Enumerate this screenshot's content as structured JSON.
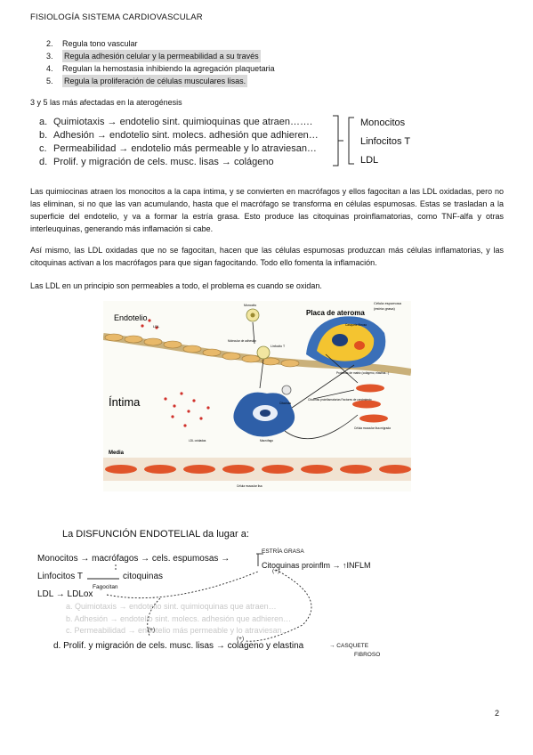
{
  "header": {
    "title": "FISIOLOGÍA SISTEMA CARDIOVASCULAR"
  },
  "numbered_list": [
    {
      "num": "2.",
      "text": "Regula tono vascular",
      "highlight": false
    },
    {
      "num": "3.",
      "text": "Regula adhesión celular y la permeabilidad a su través",
      "highlight": true
    },
    {
      "num": "4.",
      "text": "Regulan la hemostasia inhibiendo la agregación plaquetaria",
      "highlight": false
    },
    {
      "num": "5.",
      "text": "Regula la proliferación de células musculares lisas.",
      "highlight": true
    }
  ],
  "note_3_5": "3 y 5 las más afectadas en la aterogénesis",
  "abcd": [
    {
      "letter": "a.",
      "text": "Quimiotaxis → endotelio sint. quimioquinas que atraen……."
    },
    {
      "letter": "b.",
      "text": "Adhesión → endotelio sint. molecs. adhesión que adhieren…"
    },
    {
      "letter": "c.",
      "text": "Permeabilidad → endotelio más permeable y lo atraviesan…"
    },
    {
      "letter": "d.",
      "text": "Prolif. y migración de cels. musc. lisas → colágeno"
    }
  ],
  "cells": [
    "Monocitos",
    "Linfocitos T",
    "LDL"
  ],
  "paragraphs": [
    "Las quimiocinas atraen los monocitos a la capa íntima, y se convierten en macrófagos y ellos fagocitan a las LDL oxidadas, pero no las eliminan, si no que las van acumulando, hasta que el macrófago se transforma en células espumosas. Estas se trasladan a la superficie del endotelio, y va a formar la estría grasa. Esto produce las citoquinas proinflamatorias, como TNF-alfa y otras interleuquinas, generando más inflamación si cabe.",
    "Así mismo, las LDL oxidadas que no se fagocitan, hacen que las células espumosas produzcan más células inflamatorias, y las citoquinas activan a los macrófagos para que sigan fagocitando. Todo ello fomenta la inflamación.",
    "Las LDL en un principio son permeables a todo, el problema es cuando se oxidan."
  ],
  "figure1": {
    "endotelio": "Endotelio",
    "intima": "Íntima",
    "media": "Media",
    "placa": "Placa de ateroma",
    "monocito": "Monocito",
    "ldl": "LDL",
    "linfocito": "Linfocito T",
    "celula_espumosa": "Célula espumosa",
    "estria": "(estría grasa)",
    "molecular": "Molecular de adhesión",
    "casquete": "Casquete fibroso",
    "proteinas": "Proteínas de matriz (colágeno, elastina...)",
    "citocinas": "Citocinas",
    "citocinas_pro": "Citocinas proinflamatorias Factores de crecimiento",
    "ldl_oxidadas": "LDL oxidadas",
    "macrofago": "Macrófago",
    "musc_migrada": "Célula muscular lisa migrada",
    "musc_lisa": "Célula muscular lisa"
  },
  "figure2": {
    "title": "La DISFUNCIÓN ENDOTELIAL da lugar a:",
    "line1": "Monocitos → macrófagos → cels. espumosas →",
    "estria": "ESTRÍA GRASA",
    "citoquinas_pro": "Citoquinas proinflm → ↑INFLM",
    "line2a": "Linfocitos T",
    "line2b": "citoquinas",
    "line3": "LDL → LDLox",
    "fagocitan": "Fagocitan",
    "line_d": "d.  Prolif. y migración de cels. musc. lisas → colágeno y elastina",
    "casquete": "→ CASQUETE",
    "fibroso": "FIBROSO",
    "faded_a": "a.  Quimiotaxis → endotelio sint. quimioquinas que atraen…",
    "faded_b": "b.  Adhesión → endotelio sint. molecs. adhesión que adhieren…",
    "faded_c": "c.  Permeabilidad → endotelio más permeable y lo atraviesan…",
    "plus": "(+)"
  },
  "page_number": "2"
}
